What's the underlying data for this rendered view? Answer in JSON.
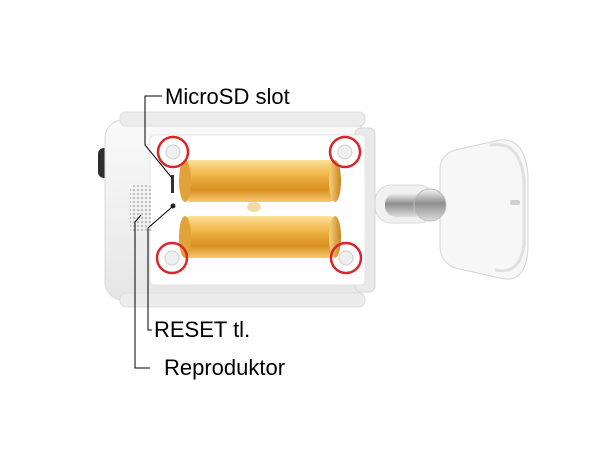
{
  "labels": {
    "microsd": "MicroSD slot",
    "reset": "RESET tl.",
    "speaker": "Reproduktor"
  },
  "colors": {
    "battery_gold": "#e9a93a",
    "screw_marker": "#d9252c",
    "housing": "#f3f3f3",
    "leader_line": "#000000"
  }
}
